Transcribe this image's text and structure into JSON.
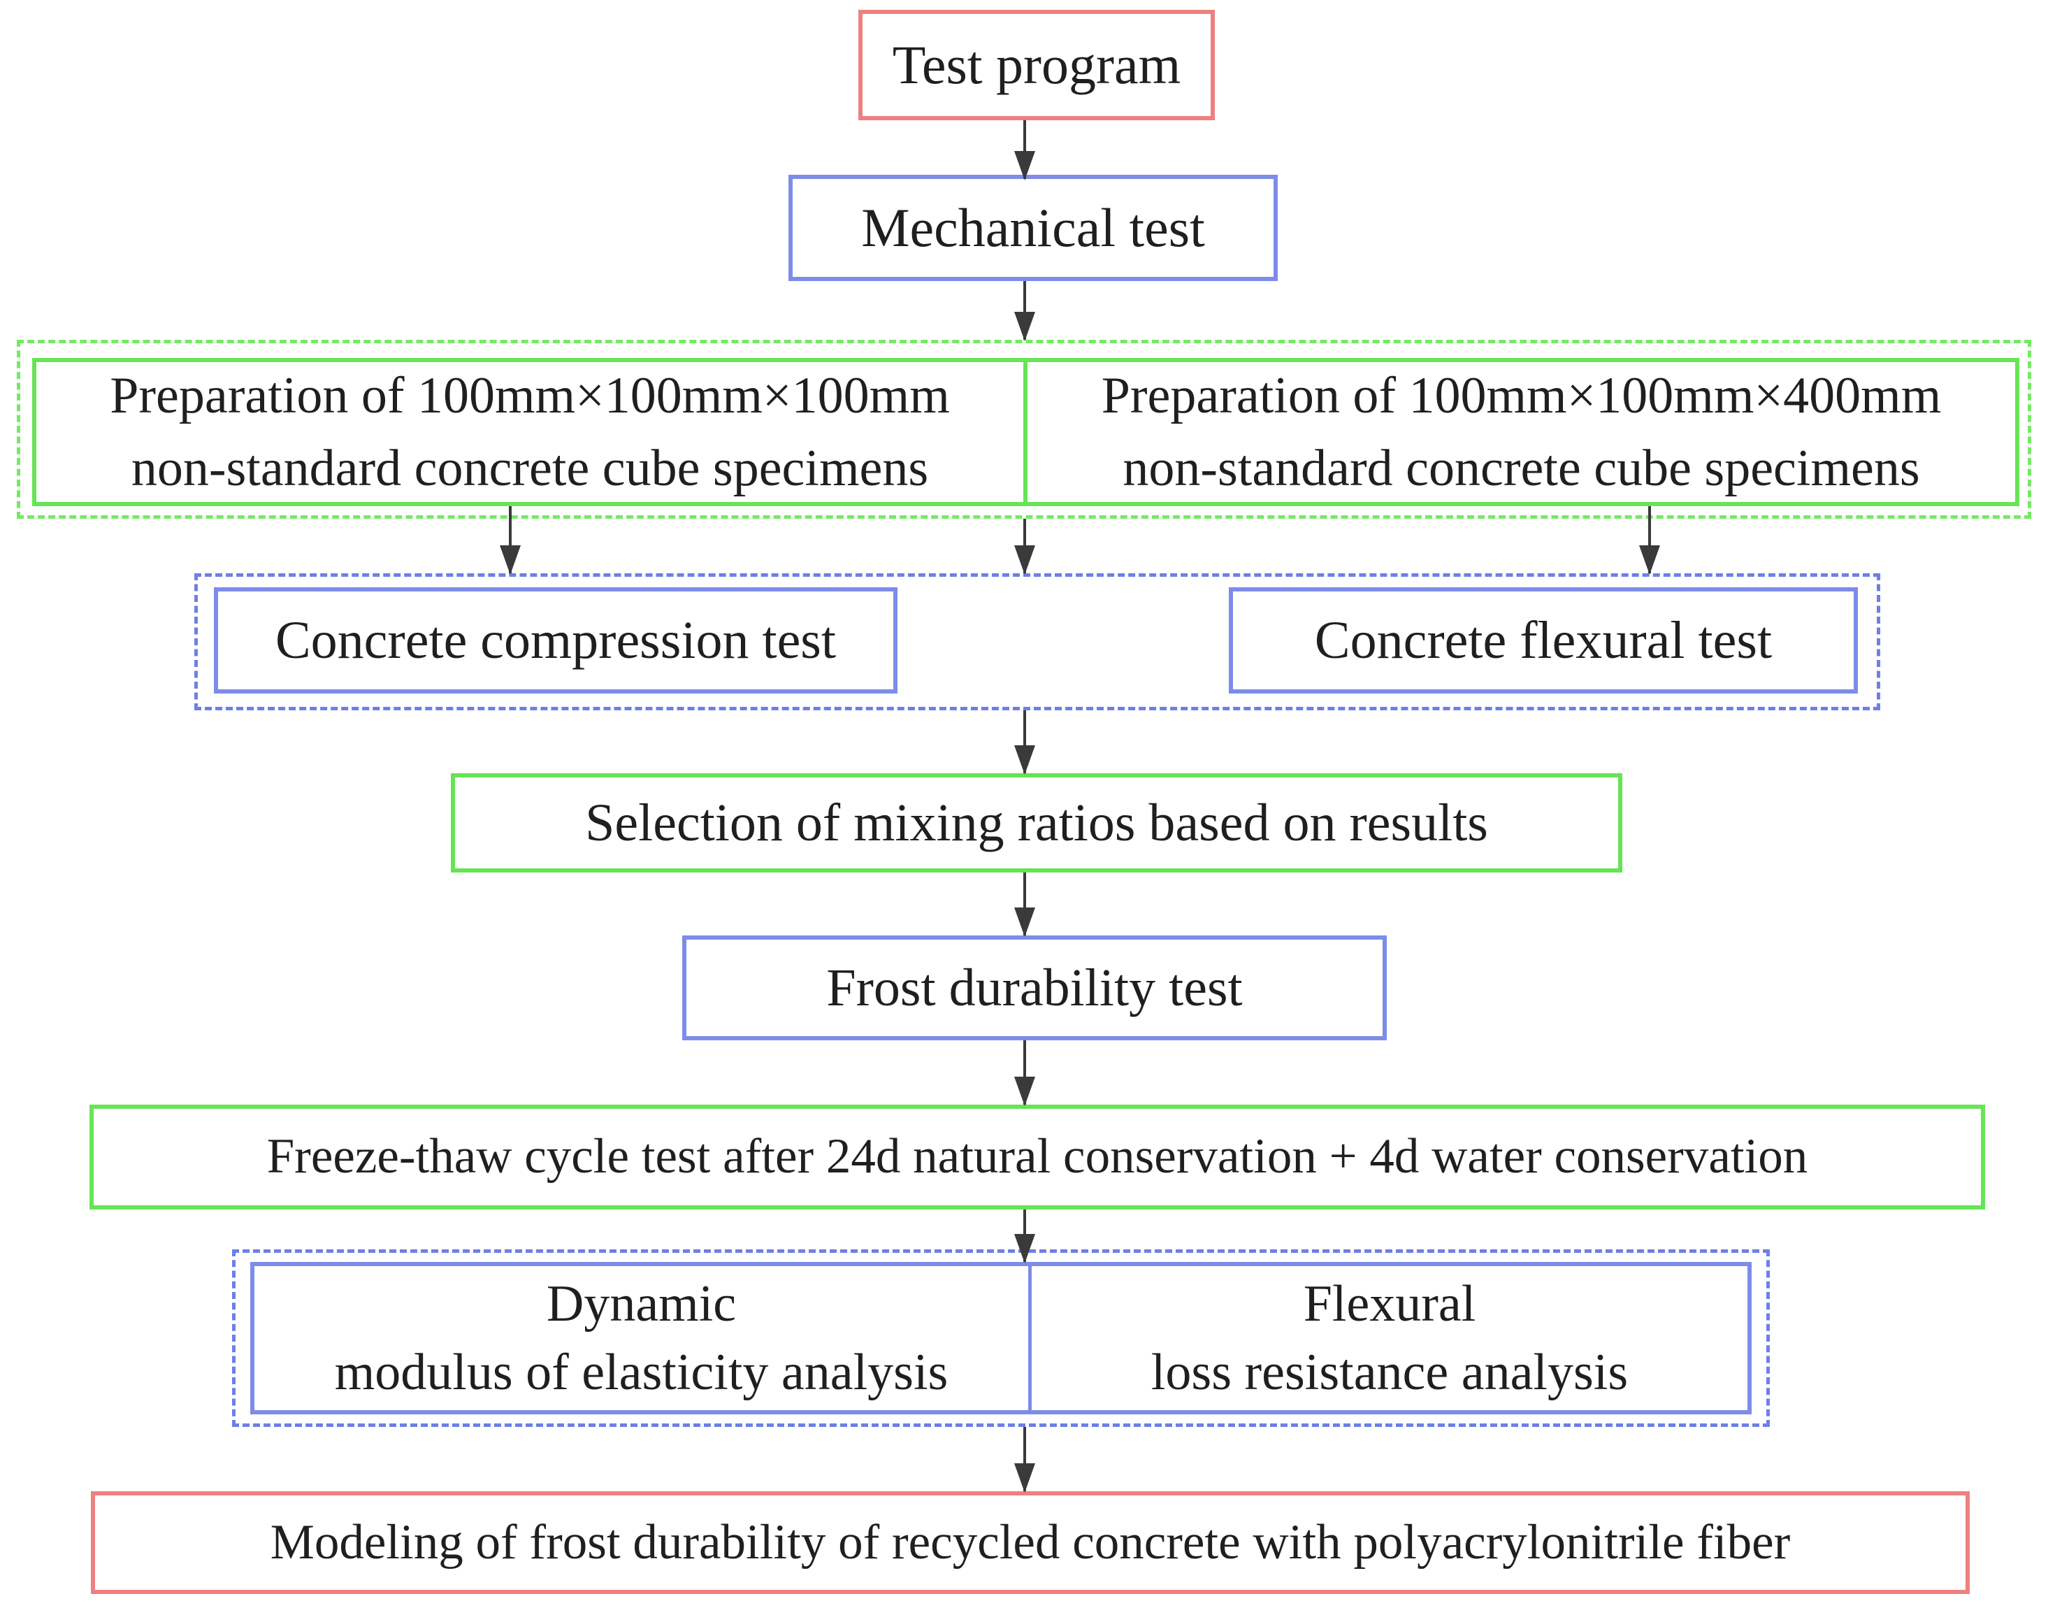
{
  "nodes": {
    "test_program": "Test program",
    "mechanical_test": "Mechanical test",
    "prep_100": {
      "line1": "Preparation of 100mm×100mm×100mm",
      "line2": "non-standard concrete cube specimens"
    },
    "prep_400": {
      "line1": "Preparation of 100mm×100mm×400mm",
      "line2": "non-standard concrete cube specimens"
    },
    "compression_test": "Concrete compression test",
    "flexural_test": "Concrete flexural test",
    "selection": "Selection of mixing ratios based on results",
    "frost_durability": "Frost durability test",
    "freeze_thaw": "Freeze-thaw cycle test after 24d natural conservation + 4d water conservation",
    "dynamic_modulus": {
      "line1": "Dynamic",
      "line2": "modulus of elasticity analysis"
    },
    "flexural_loss": {
      "line1": "Flexural",
      "line2": "loss resistance analysis"
    },
    "modeling": "Modeling of frost durability of recycled concrete with polyacrylonitrile fiber"
  },
  "theme": {
    "red_border": "#ee8080",
    "blue_border": "#7d8ce9",
    "green_border": "#66e455",
    "green_dashed_border": "#74eb63",
    "blue_dashed_border": "#6e7fe8",
    "arrow_color": "#3a3a3a",
    "text_color": "#1f1f1f",
    "background": "#ffffff"
  }
}
